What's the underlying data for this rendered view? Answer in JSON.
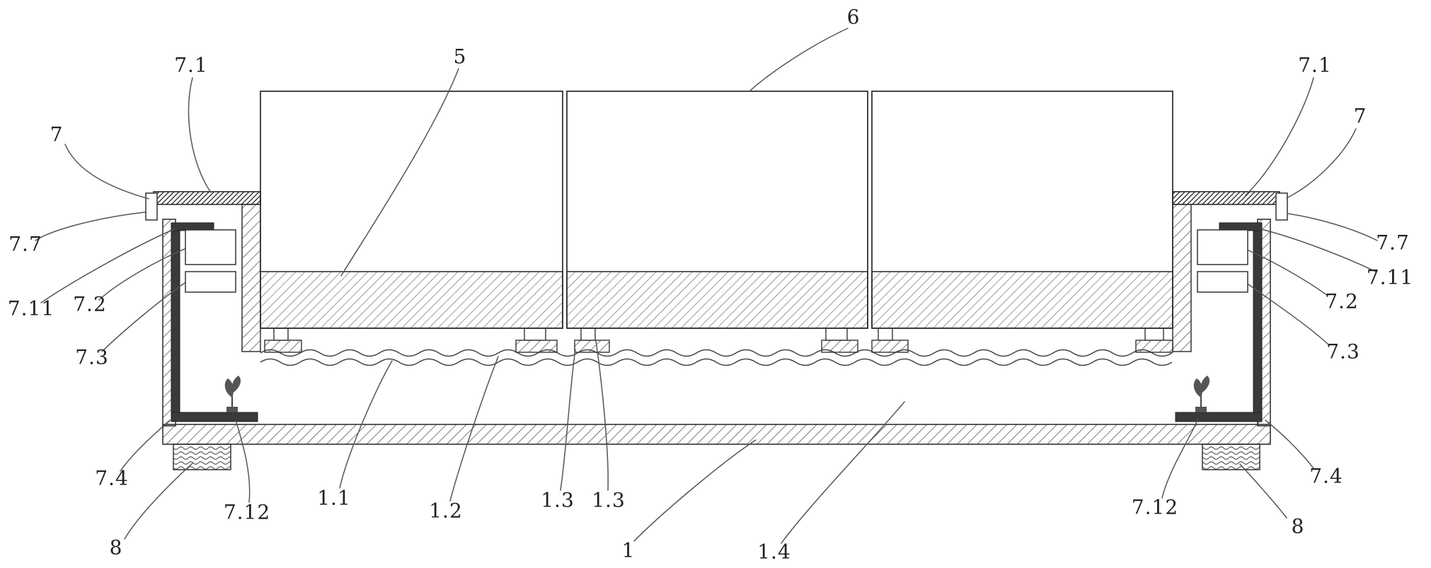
{
  "figure": {
    "kind": "patent-cross-section-diagram",
    "colors": {
      "line": "#333333",
      "leader": "#555555",
      "dark_fill": "#3a3a3a",
      "background": "#ffffff"
    },
    "labels": [
      {
        "id": "7.1-left",
        "text": "7.1"
      },
      {
        "id": "7-left",
        "text": "7"
      },
      {
        "id": "7.7-left",
        "text": "7.7"
      },
      {
        "id": "7.11-left",
        "text": "7.11"
      },
      {
        "id": "7.2-left",
        "text": "7.2"
      },
      {
        "id": "7.3-left",
        "text": "7.3"
      },
      {
        "id": "7.4-left",
        "text": "7.4"
      },
      {
        "id": "7.12-left",
        "text": "7.12"
      },
      {
        "id": "8-left",
        "text": "8"
      },
      {
        "id": "1.1",
        "text": "1.1"
      },
      {
        "id": "1.2",
        "text": "1.2"
      },
      {
        "id": "1.3-a",
        "text": "1.3"
      },
      {
        "id": "1.3-b",
        "text": "1.3"
      },
      {
        "id": "1",
        "text": "1"
      },
      {
        "id": "1.4",
        "text": "1.4"
      },
      {
        "id": "5",
        "text": "5"
      },
      {
        "id": "6",
        "text": "6"
      },
      {
        "id": "7.1-right",
        "text": "7.1"
      },
      {
        "id": "7-right",
        "text": "7"
      },
      {
        "id": "7.7-right",
        "text": "7.7"
      },
      {
        "id": "7.11-right",
        "text": "7.11"
      },
      {
        "id": "7.2-right",
        "text": "7.2"
      },
      {
        "id": "7.3-right",
        "text": "7.3"
      },
      {
        "id": "7.4-right",
        "text": "7.4"
      },
      {
        "id": "7.12-right",
        "text": "7.12"
      },
      {
        "id": "8-right",
        "text": "8"
      }
    ]
  }
}
